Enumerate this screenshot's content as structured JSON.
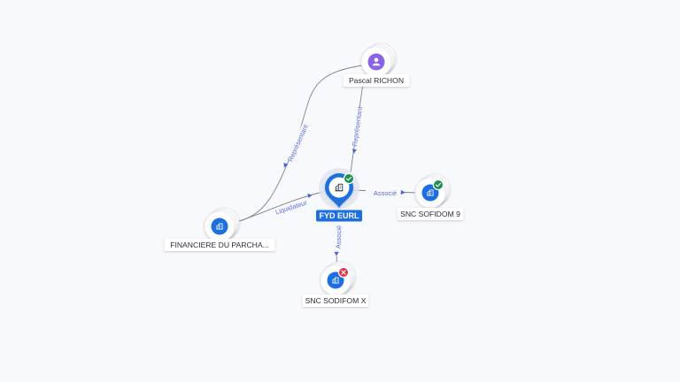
{
  "colors": {
    "background": "#f8f9fc",
    "company": "#1d6fe0",
    "person": "#8a63e6",
    "active": "#1f8f4e",
    "closed": "#e0324d",
    "edge": "#7d8290",
    "edge_label": "#5b6fd6"
  },
  "graph": {
    "nodes": [
      {
        "id": "fyd",
        "label": "FYD EURL",
        "kind": "company",
        "status": "active",
        "is_main": true,
        "icon": "building-icon",
        "status_icon": "check-badge-icon"
      },
      {
        "id": "pascal",
        "label": "Pascal RICHON",
        "kind": "person",
        "status": null,
        "icon": "person-icon"
      },
      {
        "id": "sofidom",
        "label": "SNC SOFIDOM 9",
        "kind": "company",
        "status": "active",
        "icon": "building-icon",
        "status_icon": "check-badge-icon"
      },
      {
        "id": "sodifom",
        "label": "SNC SODIFOM X",
        "kind": "company",
        "status": "closed",
        "icon": "building-icon",
        "status_icon": "cross-badge-icon"
      },
      {
        "id": "financiere",
        "label": "FINANCIERE DU PARCHA...",
        "kind": "company",
        "status": null,
        "icon": "building-icon"
      }
    ],
    "edges": [
      {
        "from": "pascal",
        "to": "fyd",
        "label": "Représentant"
      },
      {
        "from": "pascal",
        "to": "financiere",
        "label": "Représentant"
      },
      {
        "from": "financiere",
        "to": "fyd",
        "label": "Liquidateur"
      },
      {
        "from": "fyd",
        "to": "sofidom",
        "label": "Associé"
      },
      {
        "from": "fyd",
        "to": "sodifom",
        "label": "Associé"
      }
    ]
  }
}
